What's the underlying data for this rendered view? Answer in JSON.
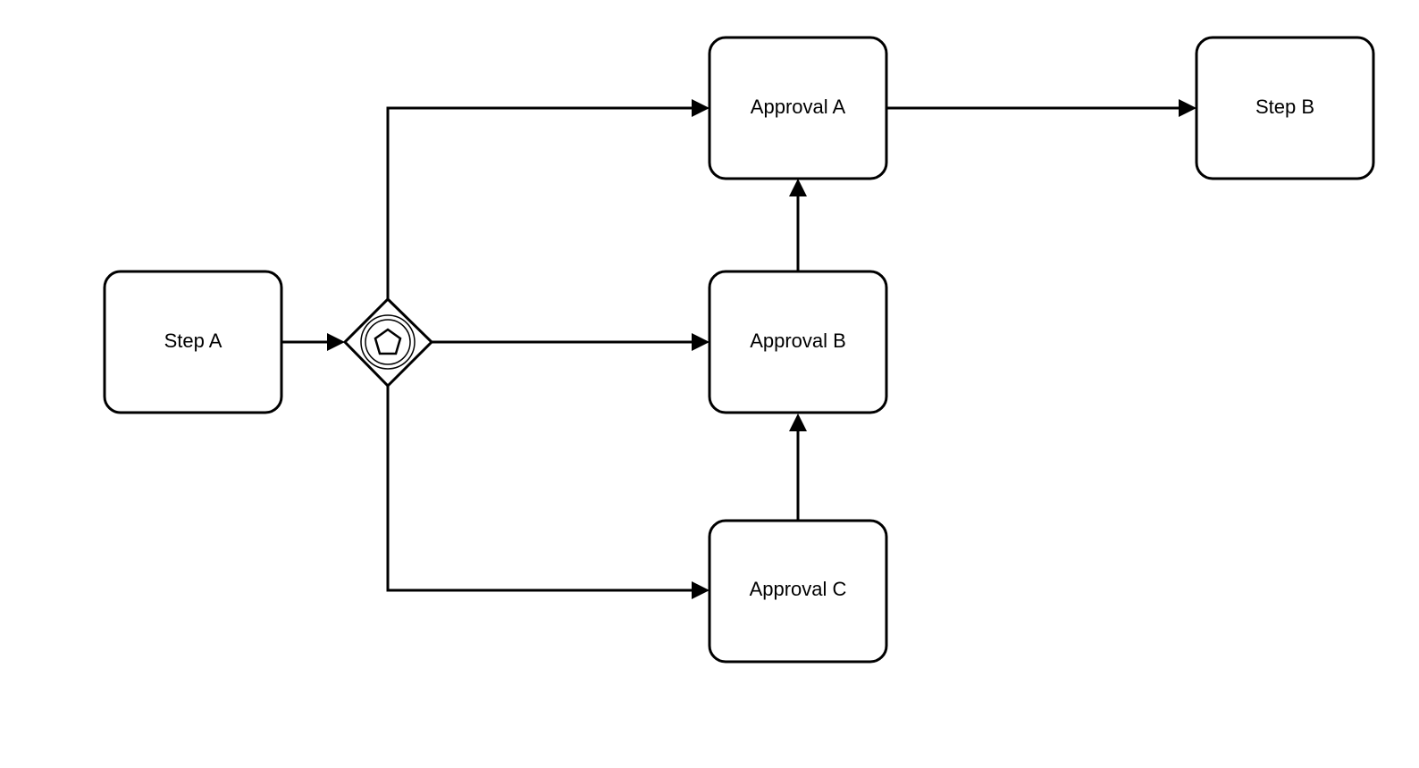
{
  "diagram": {
    "type": "bpmn-process",
    "nodes": [
      {
        "id": "step-a",
        "kind": "task",
        "label": "Step A"
      },
      {
        "id": "gateway",
        "kind": "event-based-gateway",
        "label": ""
      },
      {
        "id": "approval-a",
        "kind": "task",
        "label": "Approval A"
      },
      {
        "id": "approval-b",
        "kind": "task",
        "label": "Approval B"
      },
      {
        "id": "approval-c",
        "kind": "task",
        "label": "Approval C"
      },
      {
        "id": "step-b",
        "kind": "task",
        "label": "Step B"
      }
    ],
    "flows": [
      {
        "from": "step-a",
        "to": "gateway"
      },
      {
        "from": "gateway",
        "to": "approval-a"
      },
      {
        "from": "gateway",
        "to": "approval-b"
      },
      {
        "from": "gateway",
        "to": "approval-c"
      },
      {
        "from": "approval-b",
        "to": "approval-a"
      },
      {
        "from": "approval-c",
        "to": "approval-b"
      },
      {
        "from": "approval-a",
        "to": "step-b"
      }
    ],
    "colors": {
      "stroke": "#000000",
      "fill": "#ffffff"
    }
  }
}
